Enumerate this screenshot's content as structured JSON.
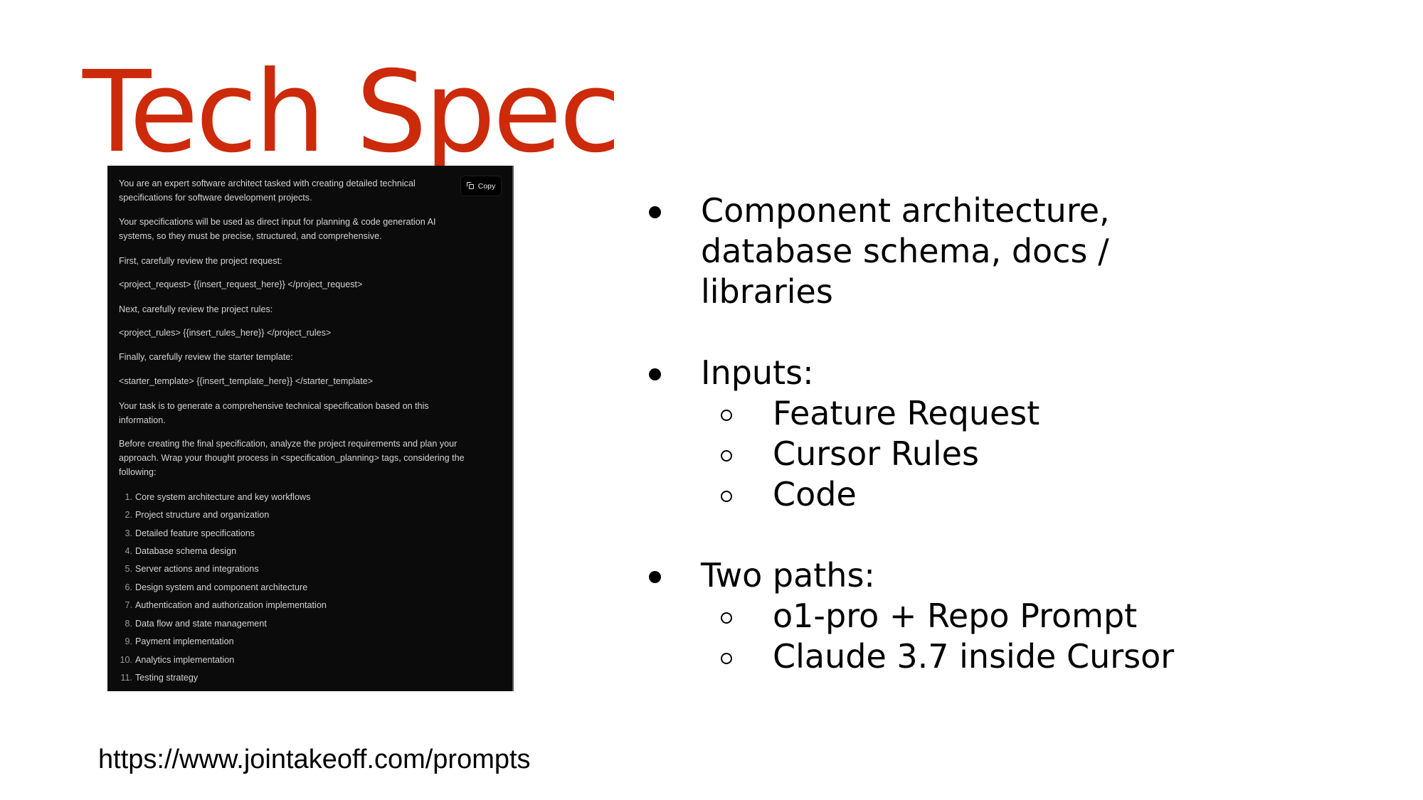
{
  "slide": {
    "title": "Tech Spec",
    "title_color": "#cc2a0a",
    "footer_url": "https://www.jointakeoff.com/prompts"
  },
  "prompt_panel": {
    "copy_button": {
      "label": "Copy",
      "icon": "copy-icon"
    },
    "paragraphs": [
      "You are an expert software architect tasked with creating detailed technical",
      "specifications for software development projects.",
      "Your specifications will be used as direct input for planning & code generation AI",
      "systems, so they must be precise, structured, and comprehensive.",
      "First, carefully review the project request:",
      "<project_request> {{insert_request_here}} </project_request>",
      "Next, carefully review the project rules:",
      "<project_rules> {{insert_rules_here}} </project_rules>",
      "Finally, carefully review the starter template:",
      "<starter_template> {{insert_template_here}} </starter_template>",
      "Your task is to generate a comprehensive technical specification based on this",
      "information.",
      "Before creating the final specification, analyze the project requirements and plan your",
      "approach. Wrap your thought process in <specification_planning> tags, considering the",
      "following:"
    ],
    "list": [
      {
        "num": "1.",
        "text": "Core system architecture and key workflows"
      },
      {
        "num": "2.",
        "text": "Project structure and organization"
      },
      {
        "num": "3.",
        "text": "Detailed feature specifications"
      },
      {
        "num": "4.",
        "text": "Database schema design"
      },
      {
        "num": "5.",
        "text": "Server actions and integrations"
      },
      {
        "num": "6.",
        "text": "Design system and component architecture"
      },
      {
        "num": "7.",
        "text": "Authentication and authorization implementation"
      },
      {
        "num": "8.",
        "text": "Data flow and state management"
      },
      {
        "num": "9.",
        "text": "Payment implementation"
      },
      {
        "num": "10.",
        "text": "Analytics implementation"
      },
      {
        "num": "11.",
        "text": "Testing strategy"
      }
    ]
  },
  "bullets": [
    {
      "lines": [
        "Component architecture,",
        "database schema, docs /",
        "libraries"
      ],
      "sub": []
    },
    {
      "lines": [
        "Inputs:"
      ],
      "sub": [
        "Feature Request",
        "Cursor Rules",
        "Code"
      ]
    },
    {
      "lines": [
        "Two paths:"
      ],
      "sub": [
        "o1-pro + Repo Prompt",
        "Claude 3.7 inside Cursor"
      ]
    }
  ]
}
